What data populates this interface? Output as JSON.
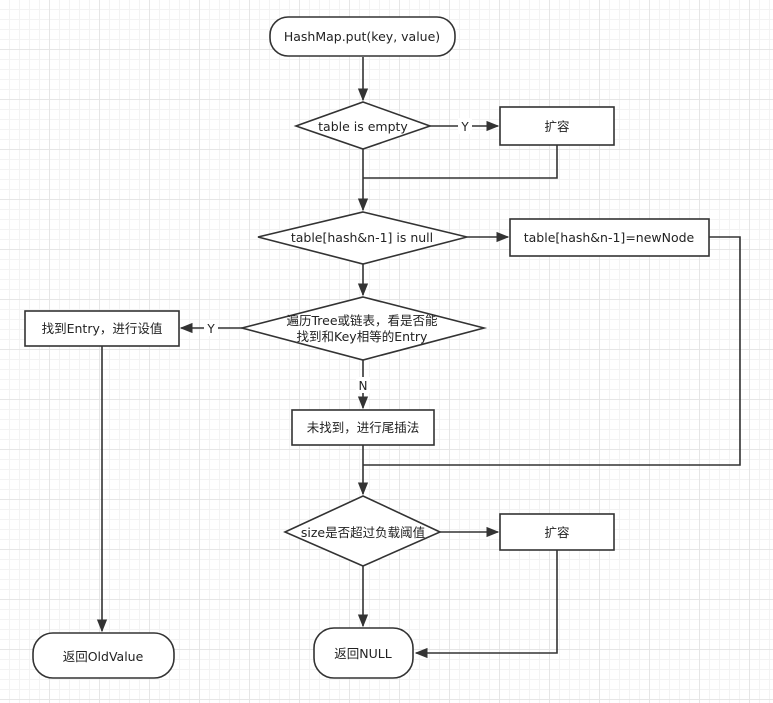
{
  "nodes": {
    "start": "HashMap.put(key, value)",
    "decision_table_empty": "table is empty",
    "resize_1": "扩容",
    "decision_bucket_null": "table[hash&n-1] is null",
    "new_node": "table[hash&n-1]=newNode",
    "decision_find_entry": [
      "遍历Tree或链表，看是否能",
      "找到和Key相等的Entry"
    ],
    "found_entry": "找到Entry，进行设值",
    "not_found": "未找到，进行尾插法",
    "decision_threshold": "size是否超过负载阈值",
    "resize_2": "扩容",
    "return_old": "返回OldValue",
    "return_null": "返回NULL"
  },
  "edge_labels": {
    "yes_empty": "Y",
    "yes_found": "Y",
    "no_found": "N"
  },
  "colors": {
    "stroke": "#333333",
    "fill": "#ffffff",
    "text": "#222222"
  }
}
